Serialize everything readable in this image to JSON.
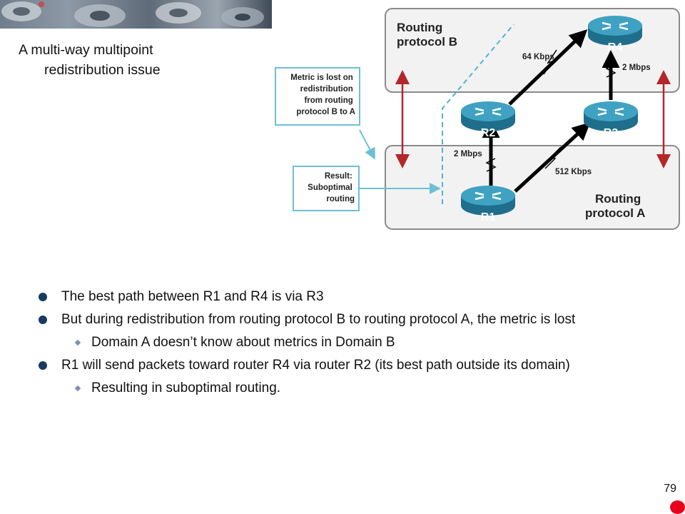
{
  "slide": {
    "title_line1": "A multi-way multipoint",
    "title_line2": "redistribution issue",
    "page_number": "79"
  },
  "diagram": {
    "domain_b_label_line1": "Routing",
    "domain_b_label_line2": "protocol B",
    "domain_a_label_line1": "Routing",
    "domain_a_label_line2": "protocol A",
    "callout_metric_lines": [
      "Metric is lost on",
      "redistribution",
      "from routing",
      "protocol B to A"
    ],
    "callout_result_lines": [
      "Result:",
      "Suboptimal",
      "routing"
    ],
    "routers": [
      "R1",
      "R2",
      "R3",
      "R4"
    ],
    "link_r2_r4": "64 Kbps",
    "link_r3_r4": "2 Mbps",
    "link_r1_r2": "2 Mbps",
    "link_r1_r3": "512 Kbps",
    "colors": {
      "domain_border": "#8a8a8a",
      "router_top": "#3fa2c2",
      "router_body": "#1f6e8c",
      "redistribution_arrow": "#b3262a",
      "callout_border": "#6dbfd6",
      "dashed_path": "#4fb3d0"
    }
  },
  "bullets": [
    {
      "level": 1,
      "text": "The best path between R1 and R4 is via R3"
    },
    {
      "level": 1,
      "text": "But during redistribution from routing protocol B to routing protocol A, the metric is lost"
    },
    {
      "level": 2,
      "text": "Domain A doesn’t know about metrics in Domain B"
    },
    {
      "level": 1,
      "text": "R1 will send packets toward router R4 via router R2 (its best path outside its domain)"
    },
    {
      "level": 2,
      "text": "Resulting in suboptimal routing."
    }
  ]
}
